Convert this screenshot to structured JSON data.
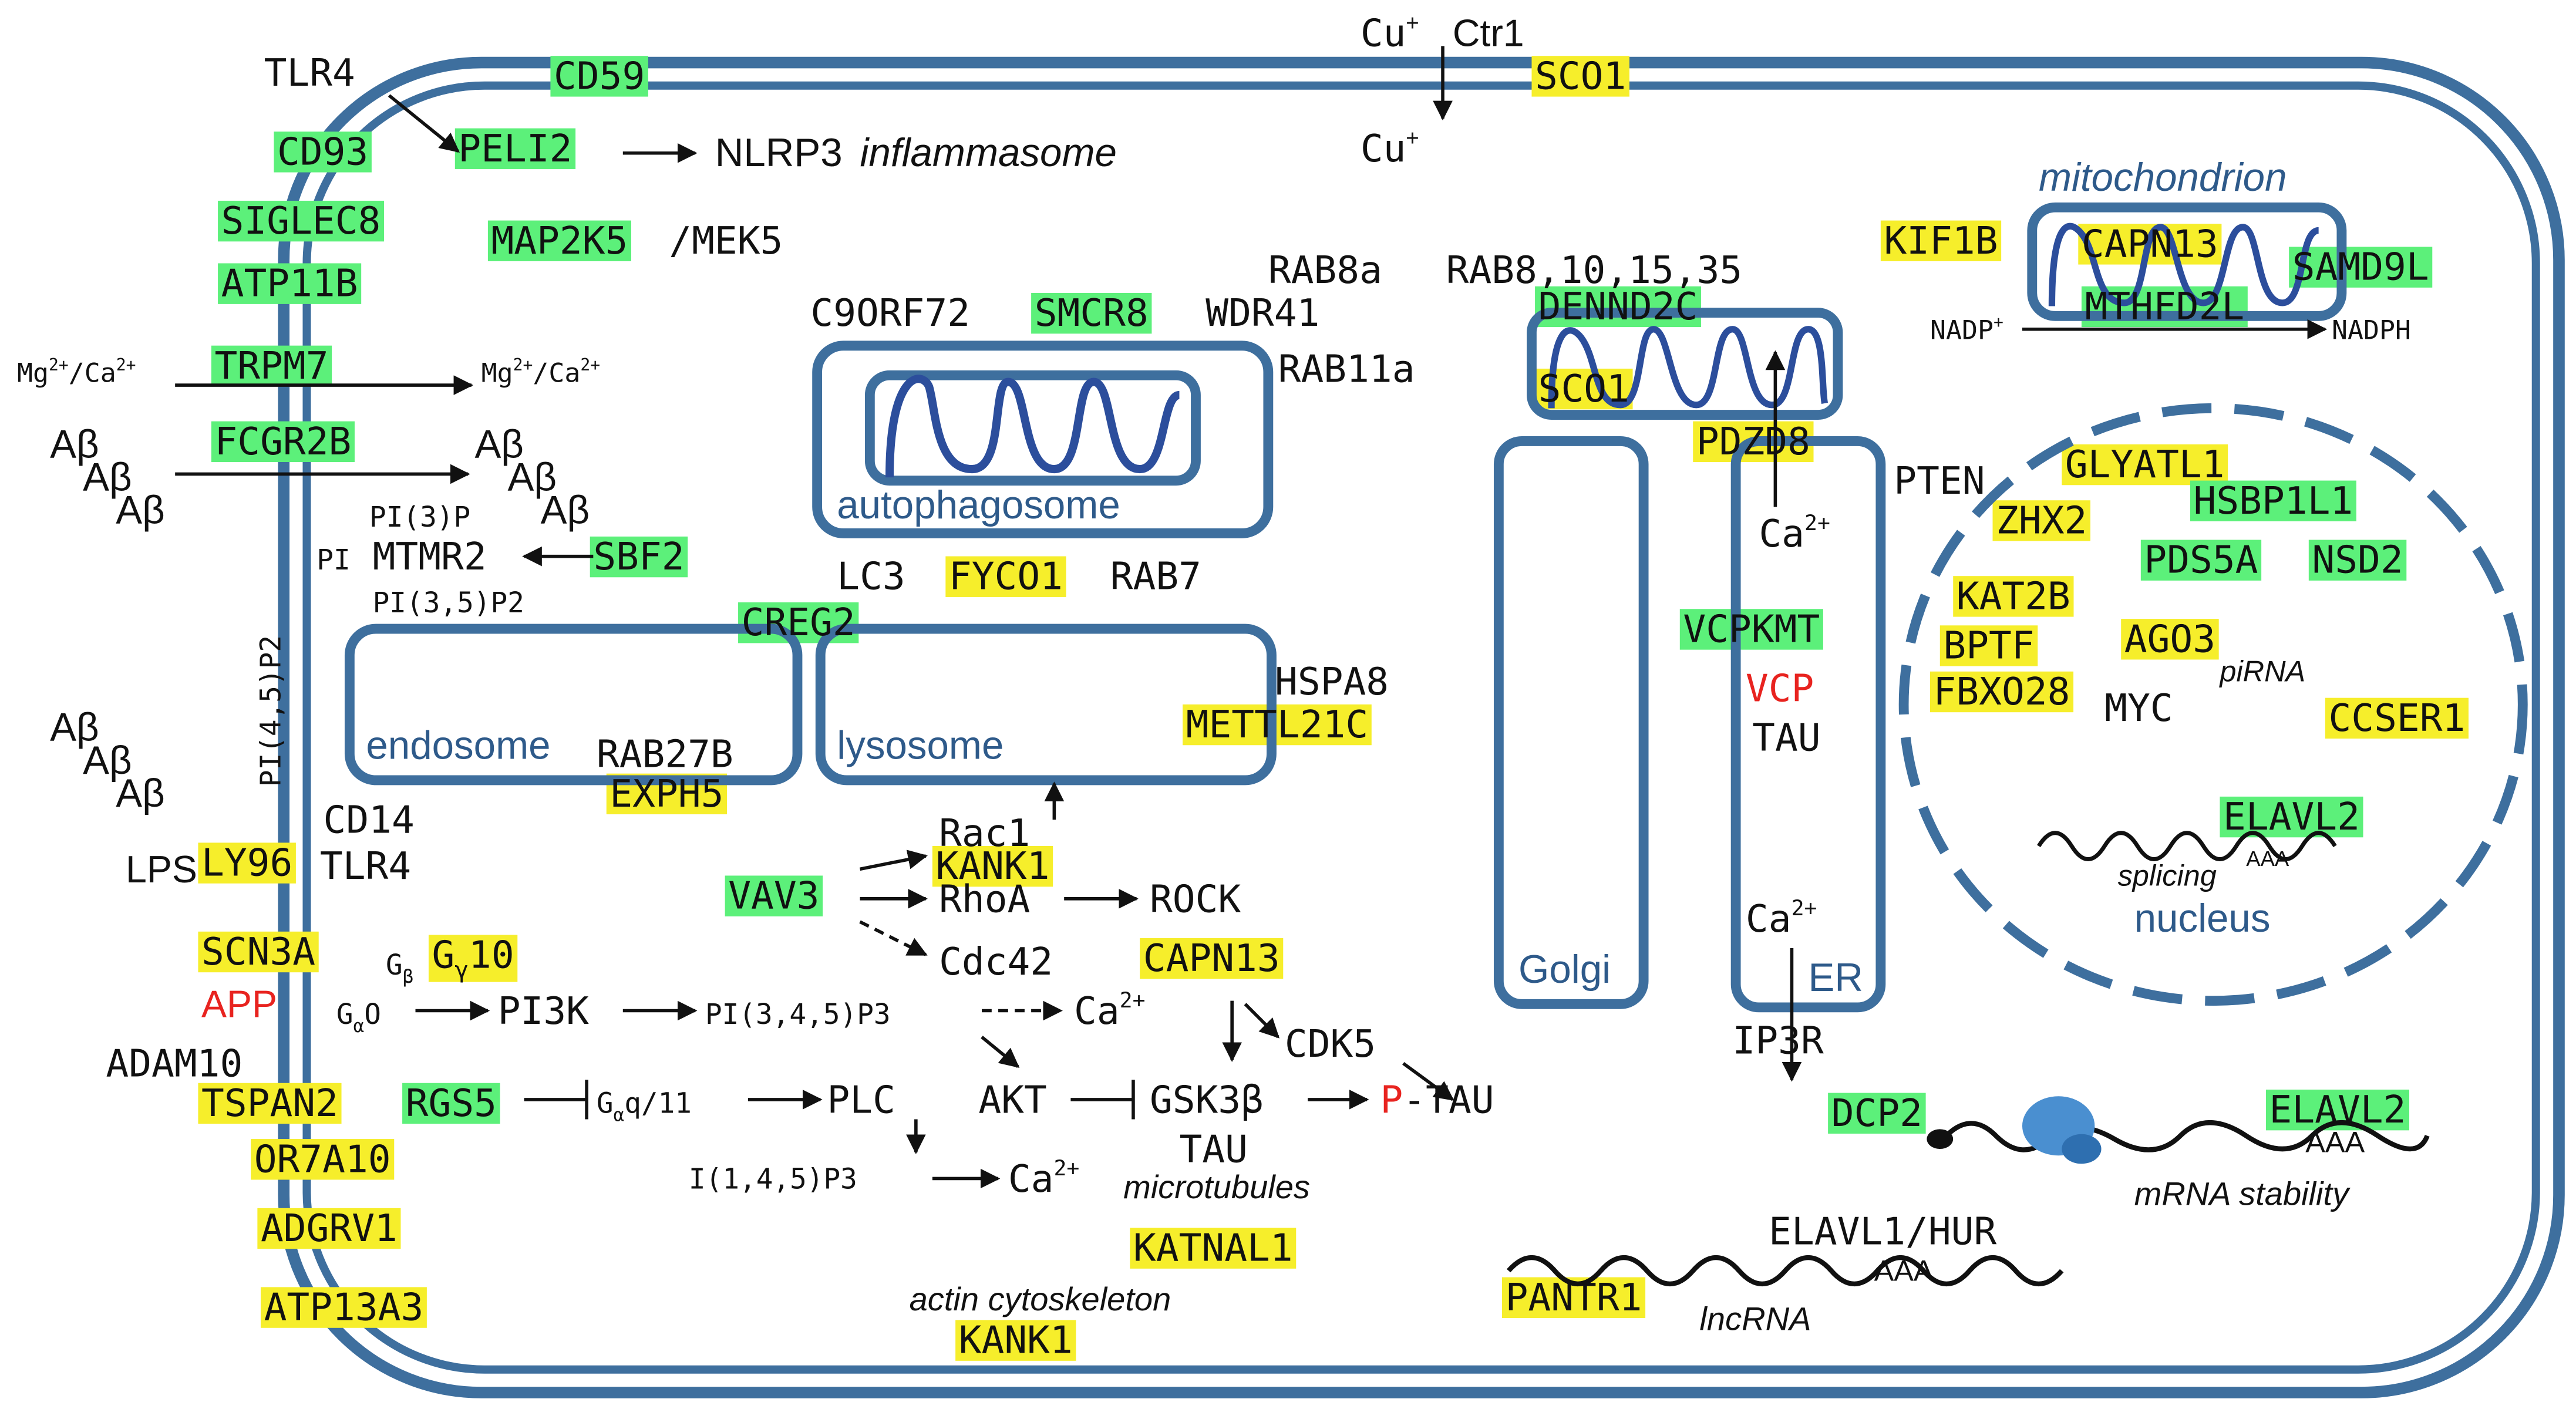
{
  "colors": {
    "membrane": "#3e6f9e",
    "organelle_text": "#2e5a8a",
    "green_highlight": "#5cf07a",
    "yellow_highlight": "#f6ee2b",
    "red_text": "#e8231f",
    "black_text": "#111111",
    "ribosome": "#4a8fd0"
  },
  "organelles": {
    "autophagosome": "autophagosome",
    "endosome": "endosome",
    "lysosome": "lysosome",
    "golgi": "Golgi",
    "er": "ER",
    "mitochondrion": "mitochondrion",
    "nucleus": "nucleus"
  },
  "labels": {
    "cu_top": "Cu",
    "cu_top_sup": "+",
    "ctr1": "Ctr1",
    "cu_bottom": "Cu",
    "cu_bottom_sup": "+",
    "tlr4_top": "TLR4",
    "nlrp3": "NLRP3",
    "inflammasome": "inflammasome",
    "mek5": "/MEK5",
    "rab8a": "RAB8a",
    "rab8_10_15_35": "RAB8,10,15,35",
    "c9orf72": "C9ORF72",
    "wdr41": "WDR41",
    "rab11a": "RAB11a",
    "mg_ca_left": "Mg",
    "mg_ca_left_sup": "2+",
    "mg_ca_left_mid": "/Ca",
    "mg_ca_left_sup2": "2+",
    "mg_ca_right": "Mg",
    "mg_ca_right_sup": "2+",
    "mg_ca_right_mid": "/Ca",
    "mg_ca_right_sup2": "2+",
    "abeta": "Aβ",
    "pi3p": "PI(3)P",
    "pi": "PI",
    "mtmr2": "MTMR2",
    "pi35p2": "PI(3,5)P2",
    "pi45p2": "PI(4,5)P2",
    "lc3": "LC3",
    "rab7": "RAB7",
    "hspa8": "HSPA8",
    "rab27b": "RAB27B",
    "cd14": "CD14",
    "lps": "LPS",
    "tlr4_bottom": "TLR4",
    "rac1": "Rac1",
    "rhoa": "RhoA",
    "rock": "ROCK",
    "cdc42": "Cdc42",
    "app": "APP",
    "gb": "G",
    "gb_sub": "β",
    "gao": "G",
    "gao_sub": "α",
    "gao_suffix": "O",
    "pi3k": "PI3K",
    "pip3": "PI(3,4,5)P3",
    "ca_pip3": "Ca",
    "ca_pip3_sup": "2+",
    "cdk5": "CDK5",
    "adam10": "ADAM10",
    "akt": "AKT",
    "gsk3b": "GSK3β",
    "p_letter": "P",
    "p_tau": "-TAU",
    "gaq": "G",
    "gaq_sub": "α",
    "gaq_suffix": "q/11",
    "plc": "PLC",
    "ip3": "I(1,4,5)P3",
    "ca_ip3": "Ca",
    "ca_ip3_sup": "2+",
    "tau_micro": "TAU",
    "microtubules": "microtubules",
    "actin": "actin cytoskeleton",
    "nadp": "NADP",
    "nadp_sup": "+",
    "nadph": "NADPH",
    "pten": "PTEN",
    "ca_er_top": "Ca",
    "ca_er_top_sup": "2+",
    "vcp": "VCP",
    "tau_er": "TAU",
    "ca_er_bottom": "Ca",
    "ca_er_bottom_sup": "2+",
    "ip3r": "IP3R",
    "myc": "MYC",
    "pirna": "piRNA",
    "splicing": "splicing",
    "aaa_nucleus": "AAA",
    "aaa_mrna": "AAA",
    "mrna_stability": "mRNA stability",
    "elavl1_hur": "ELAVL1/HUR",
    "aaa_lncrna": "AAA",
    "lncrna": "lncRNA"
  },
  "genes": {
    "cd59": "CD59",
    "sco1_top": "SCO1",
    "peli2": "PELI2",
    "cd93": "CD93",
    "siglec8": "SIGLEC8",
    "map2k5": "MAP2K5",
    "atp11b": "ATP11B",
    "smcr8": "SMCR8",
    "trpm7": "TRPM7",
    "fcgr2b": "FCGR2B",
    "sbf2": "SBF2",
    "fyco1": "FYCO1",
    "creg2": "CREG2",
    "mettl21c": "METTL21C",
    "exph5": "EXPH5",
    "ly96": "LY96",
    "kank1_top": "KANK1",
    "vav3": "VAV3",
    "scn3a": "SCN3A",
    "gng10_prefix": "G",
    "gng10_sub": "γ",
    "gng10_suffix": "10",
    "capn13_mid": "CAPN13",
    "tspan2": "TSPAN2",
    "rgs5": "RGS5",
    "or7a10": "OR7A10",
    "adgrv1": "ADGRV1",
    "katnal1": "KATNAL1",
    "atp13a3": "ATP13A3",
    "kank1_bottom": "KANK1",
    "dennd2c": "DENND2C",
    "sco1_golgi": "SCO1",
    "pdzd8": "PDZD8",
    "vcpkmt": "VCPKMT",
    "kif1b": "KIF1B",
    "capn13_mito": "CAPN13",
    "samd9l": "SAMD9L",
    "mthfd2l": "MTHFD2L",
    "glyatl1": "GLYATL1",
    "hsbp1l1": "HSBP1L1",
    "zhx2": "ZHX2",
    "pds5a": "PDS5A",
    "nsd2": "NSD2",
    "kat2b": "KAT2B",
    "bptf": "BPTF",
    "ago3": "AGO3",
    "fbxo28": "FBXO28",
    "ccser1": "CCSER1",
    "elavl2_nucleus": "ELAVL2",
    "dcp2": "DCP2",
    "elavl2_mrna": "ELAVL2",
    "pantr1": "PANTR1"
  }
}
